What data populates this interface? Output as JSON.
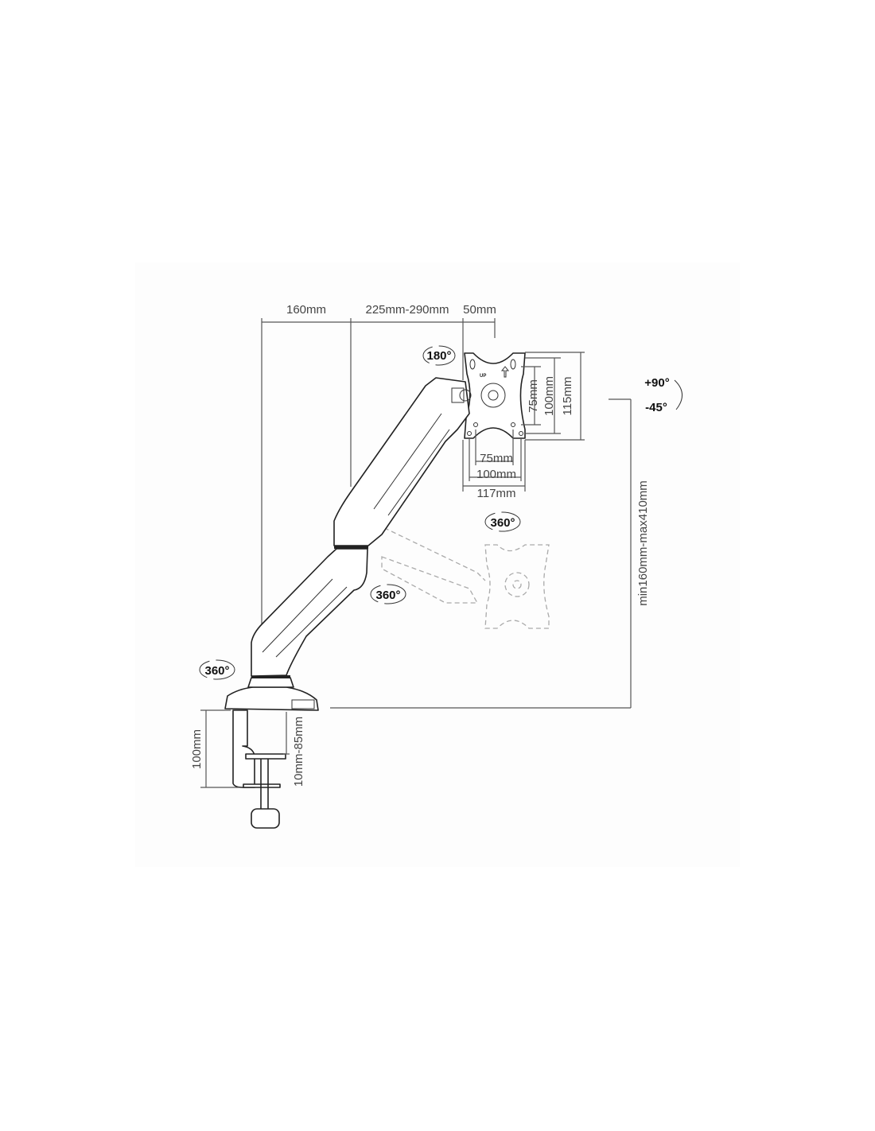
{
  "dimensions": {
    "base_offset": "160mm",
    "arm_reach": "225mm-290mm",
    "plate_offset": "50mm",
    "height_range": "min160mm-max410mm",
    "vesa_75_vertical": "75mm",
    "vesa_100_vertical": "100mm",
    "plate_height": "115mm",
    "vesa_75_horizontal": "75mm",
    "vesa_100_horizontal": "100mm",
    "plate_width": "117mm",
    "clamp_height": "100mm",
    "desk_thickness": "10mm-85mm"
  },
  "rotations": {
    "plate_swivel": "180°",
    "tilt_up": "+90°",
    "tilt_down": "-45°",
    "plate_rotation": "360°",
    "elbow": "360°",
    "base": "360°"
  },
  "plate_marking": "UP"
}
